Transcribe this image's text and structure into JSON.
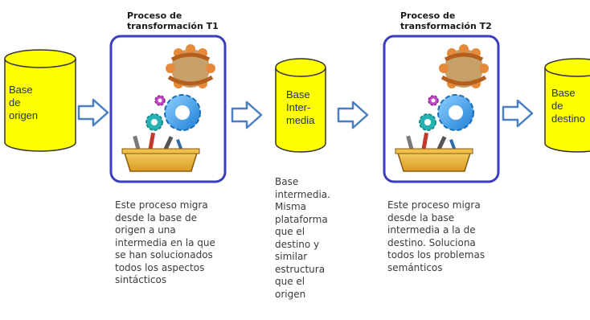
{
  "process_t1": {
    "title": "Proceso de\ntransformación T1",
    "description": "Este proceso migra\ndesde la base de\norigen a una\nintermedia en la que\nse han solucionados\ntodos los aspectos\nsintácticos"
  },
  "process_t2": {
    "title": "Proceso de\ntransformación T2",
    "description": "Este proceso migra\ndesde la base\nintermedia a la de\ndestino. Soluciona\ntodos los problemas\nsemánticos"
  },
  "databases": {
    "origin": {
      "label": "Base\nde\norigen"
    },
    "intermediate": {
      "label": "Base\nInter-\nmedia",
      "description": "Base\nintermedia.\nMisma\nplataforma\nque el\ndestino y\nsimilar\nestructura\nque el\norigen"
    },
    "destination": {
      "label": "Base\nde\ndestino"
    }
  },
  "colors": {
    "cylinder_fill": "#ffff00",
    "cylinder_stroke": "#333333",
    "process_border": "#3d3dbf",
    "arrow_stroke": "#4a7fc1",
    "arrow_fill": "#ffffff"
  },
  "icons": [
    "teamwork-icon",
    "gears-icon",
    "toolbox-icon"
  ]
}
